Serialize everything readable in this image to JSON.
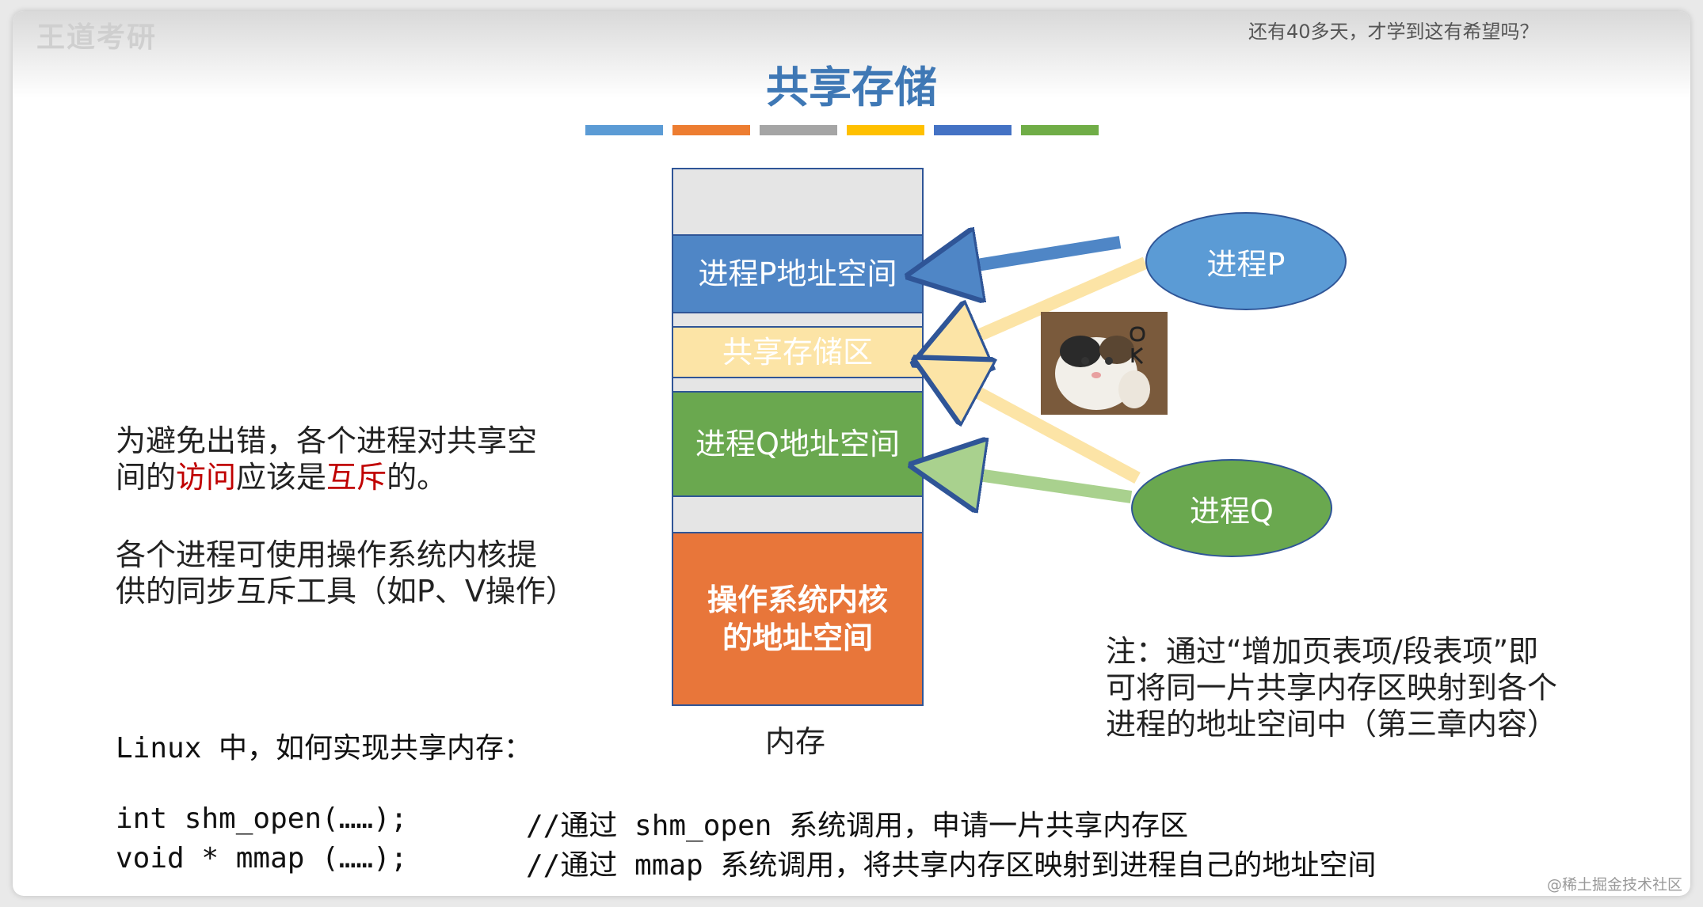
{
  "video": {
    "logo_text": "王道考研",
    "danmaku": "还有40多天，才学到这有希望吗？",
    "watermark": "@稀土掘金技术社区"
  },
  "slide": {
    "title": "共享存储",
    "title_color": "#3f78b5",
    "color_bars": [
      "#5b9bd5",
      "#ed7d31",
      "#a5a5a5",
      "#ffc000",
      "#4472c4",
      "#70ad47"
    ]
  },
  "memory": {
    "label": "内存",
    "blocks": {
      "p_space": {
        "label": "进程P地址空间",
        "color": "#4f86c6"
      },
      "shared": {
        "label": "共享存储区",
        "color": "#fce4a6"
      },
      "q_space": {
        "label": "进程Q地址空间",
        "color": "#6aa84f"
      },
      "kernel": {
        "label": "操作系统内核的地址空间",
        "color": "#e8763a"
      }
    }
  },
  "processes": {
    "p": {
      "label": "进程P",
      "color": "#5b9bd5"
    },
    "q": {
      "label": "进程Q",
      "color": "#6aa84f"
    }
  },
  "notes": {
    "mutex_line1": "为避免出错，各个进程对共享空",
    "mutex_line2_a": "间的",
    "mutex_line2_access": "访问",
    "mutex_line2_b": "应该是",
    "mutex_line2_mutex": "互斥",
    "mutex_line2_c": "的。",
    "sync_line1": "各个进程可使用操作系统内核提",
    "sync_line2": "供的同步互斥工具（如P、V操作）",
    "side_note_line1": "注：通过“增加页表项/段表项”即",
    "side_note_line2": "可将同一片共享内存区映射到各个",
    "side_note_line3": "进程的地址空间中（第三章内容）"
  },
  "linux": {
    "heading": "Linux 中，如何实现共享内存：",
    "code": [
      {
        "call": "int shm_open(……);",
        "comment": "//通过 shm_open 系统调用，申请一片共享内存区"
      },
      {
        "call": "void * mmap (……);",
        "comment": "//通过 mmap 系统调用，将共享内存区映射到进程自己的地址空间"
      }
    ]
  }
}
